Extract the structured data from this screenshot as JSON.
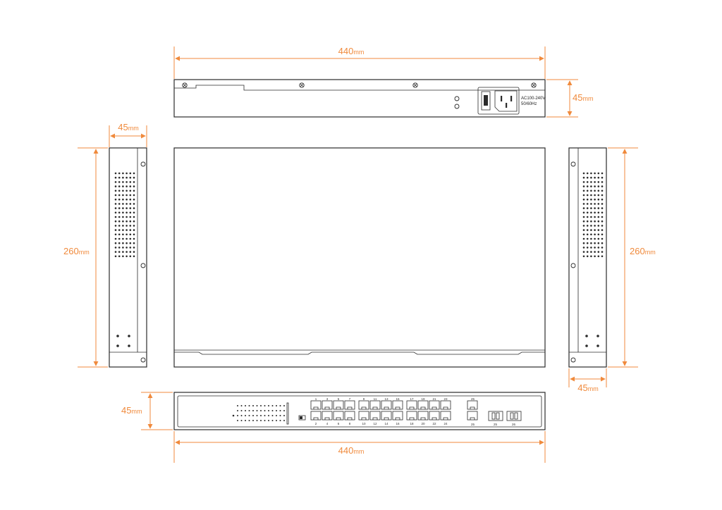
{
  "dimensions": {
    "top_width": {
      "value": "440",
      "unit": "mm"
    },
    "rear_height": {
      "value": "45",
      "unit": "mm"
    },
    "left_depth_width": {
      "value": "45",
      "unit": "mm"
    },
    "left_length": {
      "value": "260",
      "unit": "mm"
    },
    "right_length": {
      "value": "260",
      "unit": "mm"
    },
    "right_depth_width": {
      "value": "45",
      "unit": "mm"
    },
    "front_height": {
      "value": "45",
      "unit": "mm"
    },
    "bottom_width": {
      "value": "440",
      "unit": "mm"
    }
  },
  "power_label": {
    "line1": "AC100-240V",
    "line2": "50/60Hz"
  },
  "front_panel": {
    "top_port_numbers": [
      "1",
      "3",
      "5",
      "7",
      "9",
      "11",
      "13",
      "15",
      "17",
      "19",
      "21",
      "23"
    ],
    "bottom_port_numbers": [
      "2",
      "4",
      "6",
      "8",
      "10",
      "12",
      "14",
      "16",
      "18",
      "20",
      "22",
      "24"
    ],
    "uplink_top": "25",
    "uplink_bottom": "25",
    "sfp_labels": [
      "25",
      "26"
    ]
  },
  "colors": {
    "dimension": "#f08a3c",
    "outline": "#2b2b2b"
  }
}
